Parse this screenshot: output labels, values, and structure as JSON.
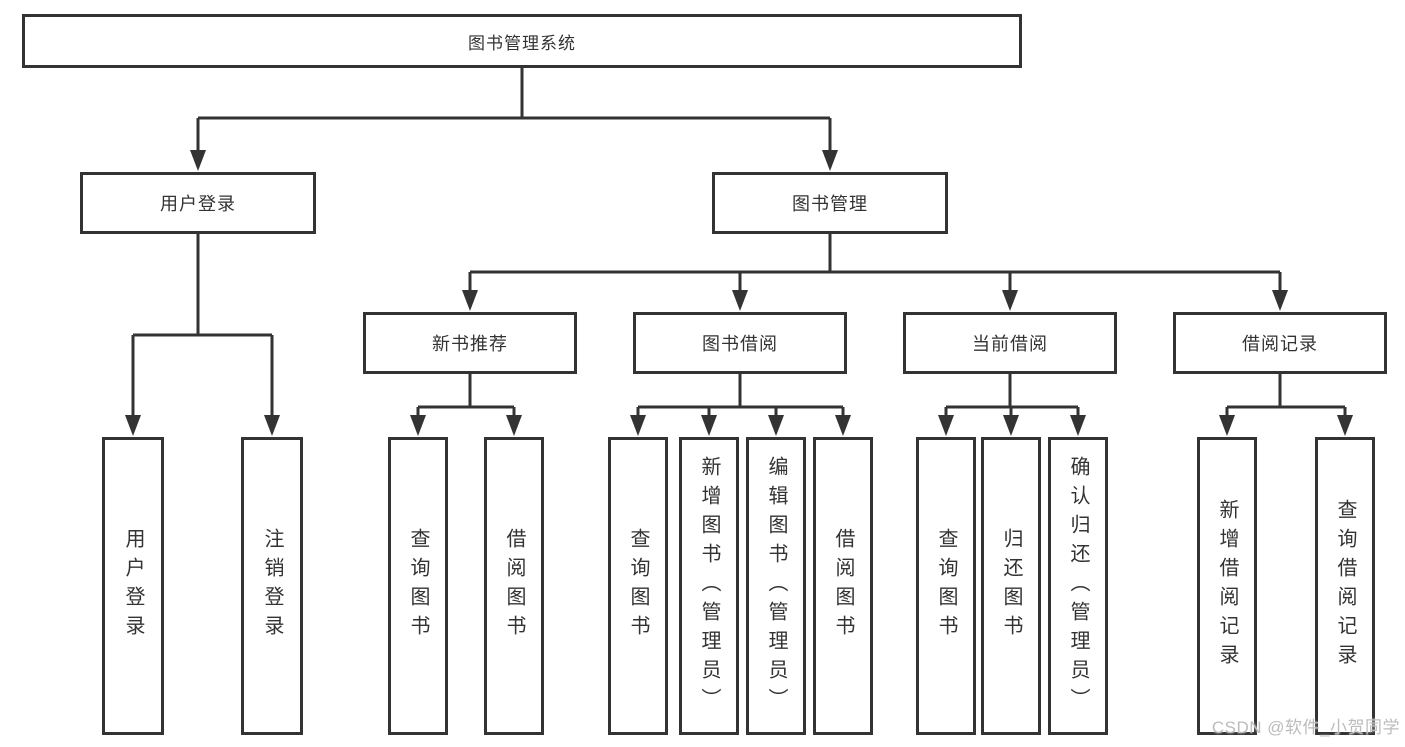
{
  "diagram": {
    "root": {
      "label": "图书管理系统"
    },
    "children": [
      {
        "label": "用户登录",
        "children": [
          {
            "label": "用户登录"
          },
          {
            "label": "注销登录"
          }
        ]
      },
      {
        "label": "图书管理",
        "children": [
          {
            "label": "新书推荐",
            "children": [
              {
                "label": "查询图书"
              },
              {
                "label": "借阅图书"
              }
            ]
          },
          {
            "label": "图书借阅",
            "children": [
              {
                "label": "查询图书"
              },
              {
                "label": "新增图书（管理员）"
              },
              {
                "label": "编辑图书（管理员）"
              },
              {
                "label": "借阅图书"
              }
            ]
          },
          {
            "label": "当前借阅",
            "children": [
              {
                "label": "查询图书"
              },
              {
                "label": "归还图书"
              },
              {
                "label": "确认归还（管理员）"
              }
            ]
          },
          {
            "label": "借阅记录",
            "children": [
              {
                "label": "新增借阅记录"
              },
              {
                "label": "查询借阅记录"
              }
            ]
          }
        ]
      }
    ]
  },
  "watermark": {
    "text": "CSDN @软件_小贺同学"
  },
  "colors": {
    "line": "#333333",
    "text": "#333333",
    "watermark": "#bcbcbc",
    "background": "#ffffff"
  }
}
